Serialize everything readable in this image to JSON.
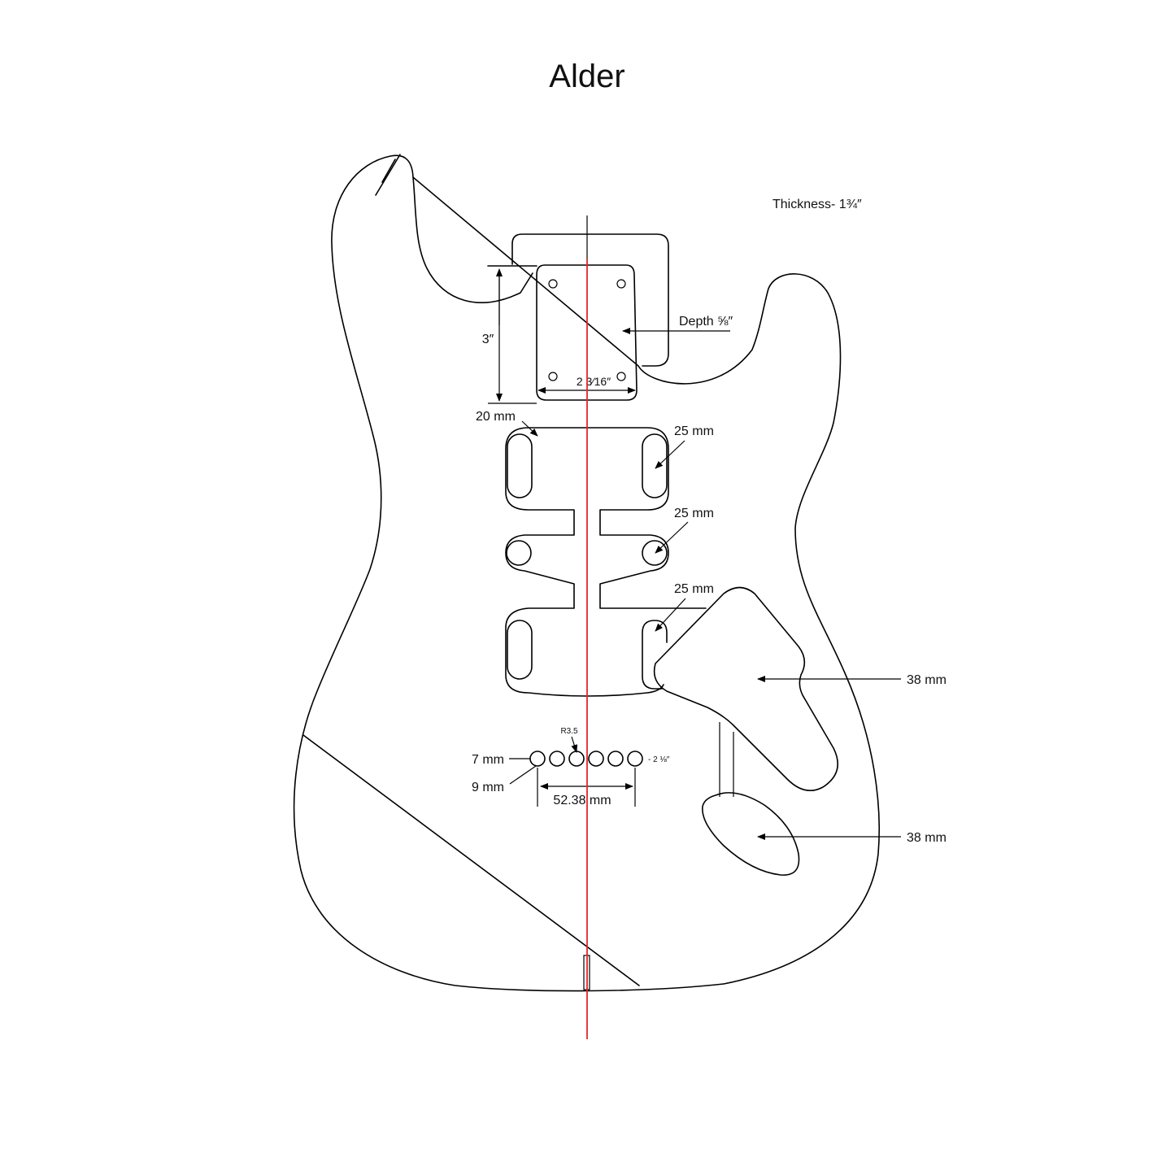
{
  "title": "Alder",
  "labels": {
    "thickness": "Thickness- 1¾″",
    "depth": "Depth ⅝″",
    "neck_length": "3″",
    "neck_width": "2 3⁄16″",
    "pickup_radius": "20 mm",
    "neck_pickup": "25 mm",
    "middle_pickup": "25 mm",
    "bridge_pickup": "25 mm",
    "pickguard_cavity": "38 mm",
    "jack_cavity": "38 mm",
    "string_hole_radius": "R3.5",
    "string_hole_inner": "7 mm",
    "string_hole_outer": "9 mm",
    "string_spacing_in": "- 2 ⅛″",
    "string_spacing_mm": "52.38 mm"
  },
  "colors": {
    "outline": "#000000",
    "centerline": "#e0262b"
  }
}
